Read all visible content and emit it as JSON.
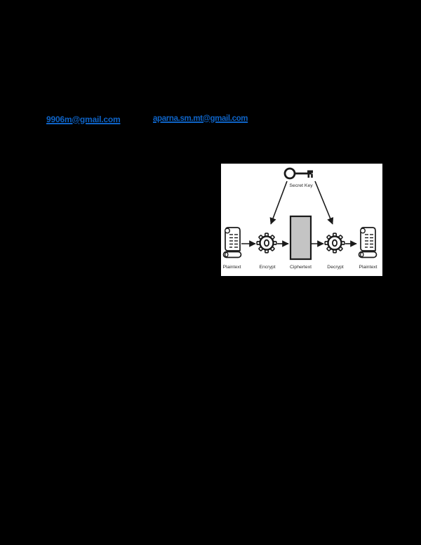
{
  "page": {
    "background_color": "#000000"
  },
  "links": {
    "email_1": "9906m@gmail.com",
    "email_2": "aparna.sm.mt@gmail.com",
    "link_color": "#0e63c6"
  },
  "figure": {
    "panel_background": "#ffffff",
    "stroke_color": "#1a1a1a",
    "ciphertext_fill": "#c4c4c4",
    "labels": {
      "secret_key": "Secret Key",
      "nodes": [
        "Plaintext",
        "Encrypt",
        "Ciphertext",
        "Decrypt",
        "Plaintext"
      ]
    }
  }
}
